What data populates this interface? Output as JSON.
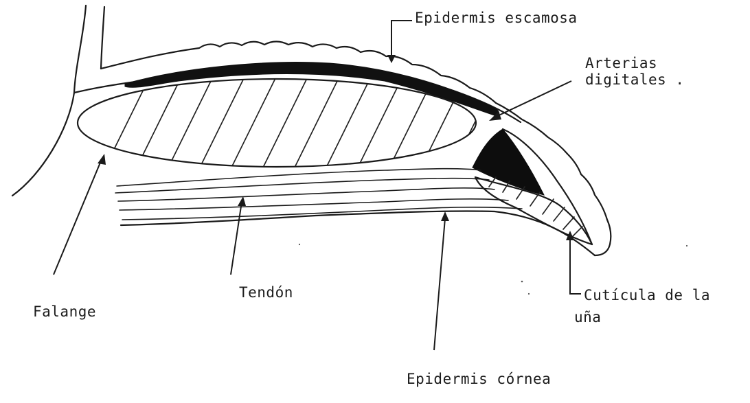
{
  "labels": {
    "epidermis_escamosa": "Epidermis escamosa",
    "arterias_line1": "Arterias",
    "arterias_line2": "digitales .",
    "tendon": "Tendón",
    "falange": "Falange",
    "cuticula_line1": "Cutícula de la",
    "cuticula_line2": "uña",
    "epidermis_cornea": "Epidermis córnea"
  }
}
